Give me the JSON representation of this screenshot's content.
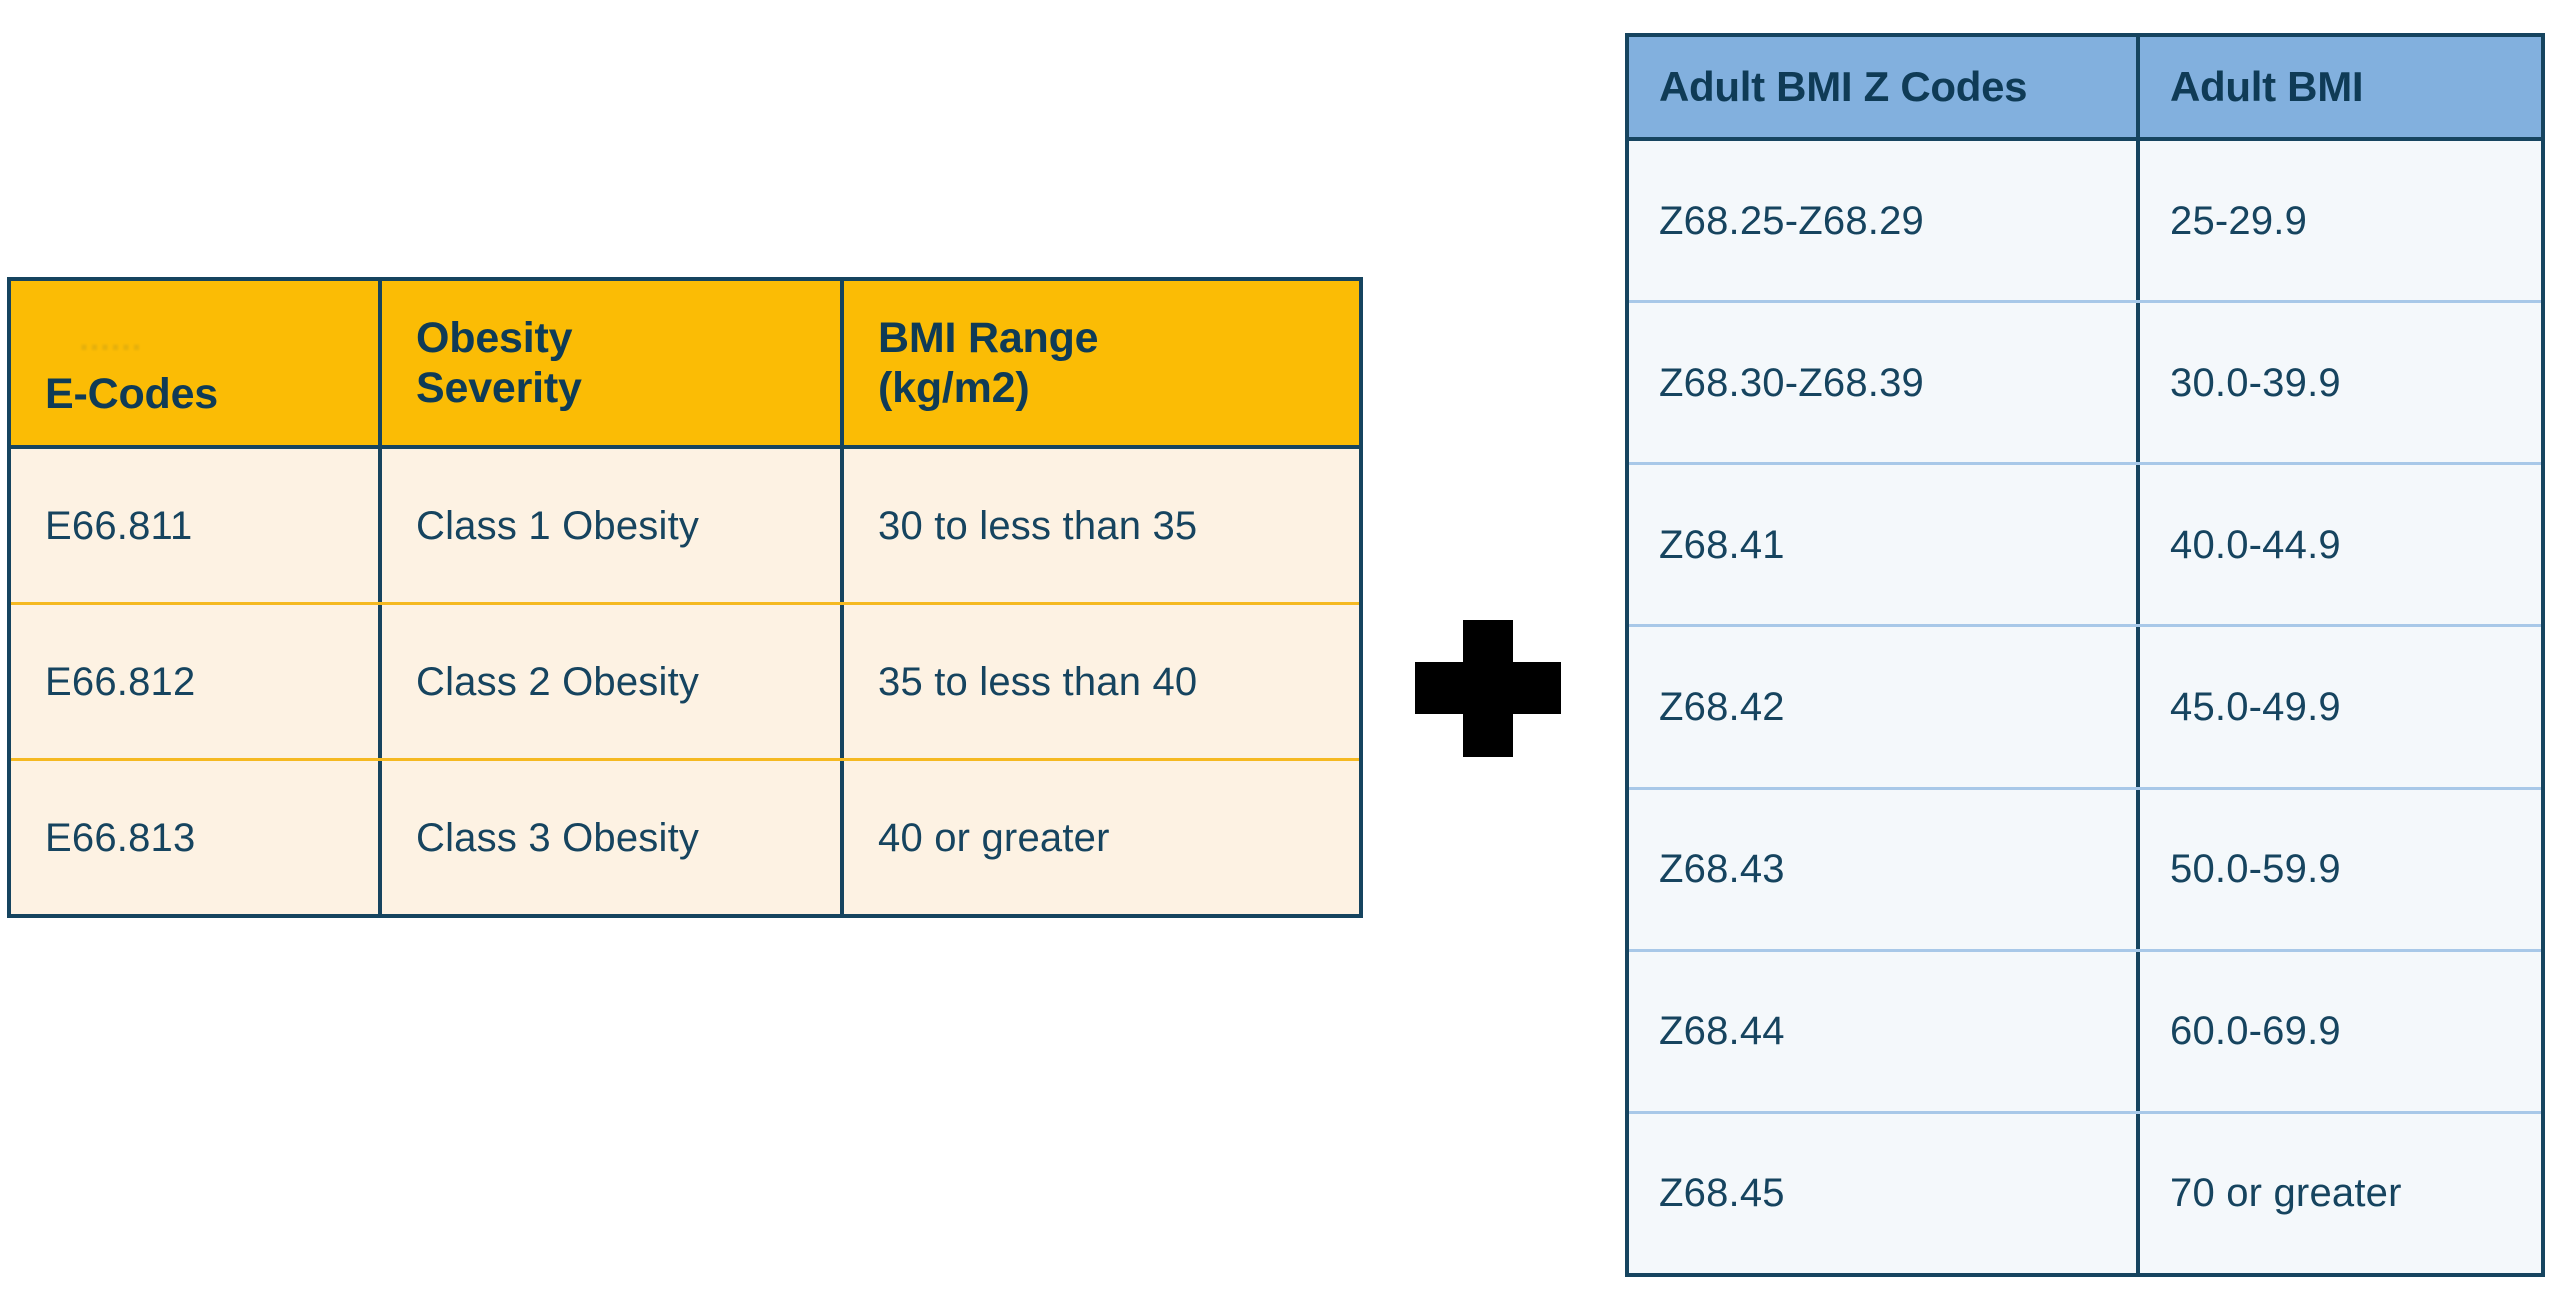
{
  "colors": {
    "ecode_header_bg": "#fbbc05",
    "ecode_body_bg": "#fdf2e3",
    "ecode_border": "#16445f",
    "ecode_row_divider": "#f5b921",
    "zcode_header_bg": "#82b0de",
    "zcode_body_bg": "#f4f8fb",
    "zcode_border": "#16445f",
    "zcode_row_divider": "#a8c8e8",
    "text_navy": "#16445f",
    "plus_black": "#000000"
  },
  "ecode_table": {
    "headers": [
      "E-Codes",
      "Obesity\nSeverity",
      "BMI Range\n(kg/m2)"
    ],
    "header_ghost_artifact": "......",
    "rows": [
      [
        "E66.811",
        "Class 1 Obesity",
        "30 to less than 35"
      ],
      [
        "E66.812",
        "Class 2 Obesity",
        "35 to less than 40"
      ],
      [
        "E66.813",
        "Class 3 Obesity",
        "40 or greater"
      ]
    ]
  },
  "operator": {
    "symbol": "plus-sign",
    "label": "+"
  },
  "zcode_table": {
    "headers": [
      "Adult BMI Z Codes",
      "Adult BMI"
    ],
    "rows": [
      [
        "Z68.25-Z68.29",
        "25-29.9"
      ],
      [
        "Z68.30-Z68.39",
        "30.0-39.9"
      ],
      [
        "Z68.41",
        "40.0-44.9"
      ],
      [
        "Z68.42",
        "45.0-49.9"
      ],
      [
        "Z68.43",
        "50.0-59.9"
      ],
      [
        "Z68.44",
        "60.0-69.9"
      ],
      [
        "Z68.45",
        "70 or greater"
      ]
    ]
  }
}
